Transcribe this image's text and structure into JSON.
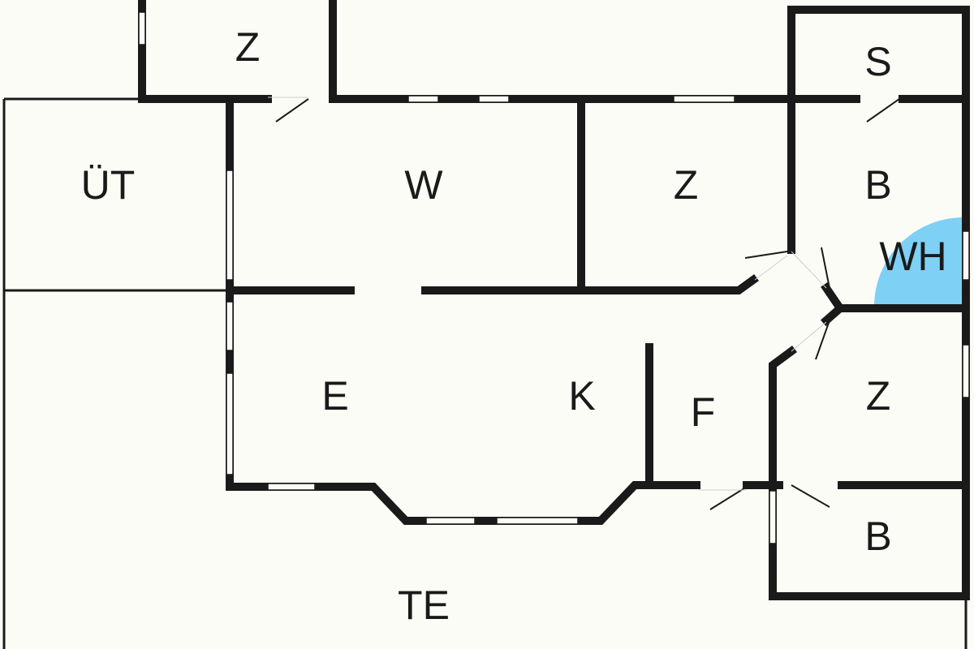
{
  "rooms": {
    "z_top_left": "Z",
    "s": "S",
    "ut": "ÜT",
    "w": "W",
    "z_middle": "Z",
    "b_upper": "B",
    "wh": "WH",
    "e": "E",
    "k": "K",
    "f": "F",
    "z_right": "Z",
    "b_lower": "B",
    "te": "TE"
  },
  "colors": {
    "wall": "#1a1a1a",
    "background": "#fcfcf7",
    "highlight": "#7fd0f5"
  }
}
